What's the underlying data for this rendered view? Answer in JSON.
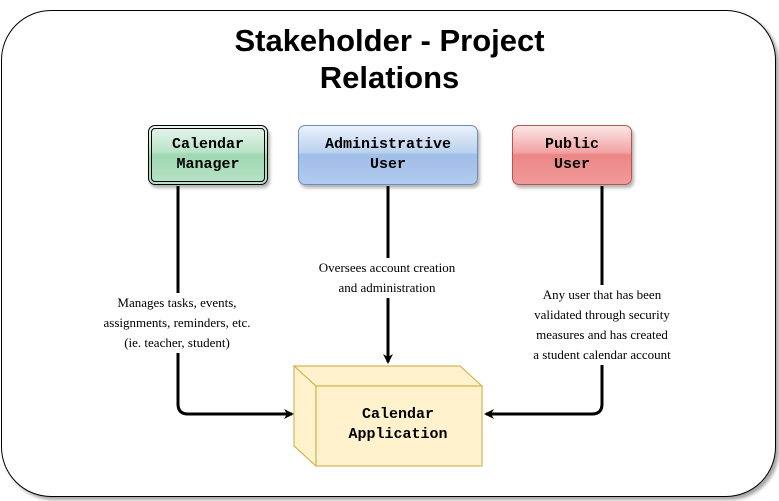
{
  "title": {
    "line1": "Stakeholder - Project",
    "line2": "Relations"
  },
  "nodes": {
    "calendar_manager": {
      "line1": "Calendar",
      "line2": "Manager"
    },
    "administrative_user": {
      "line1": "Administrative",
      "line2": "User"
    },
    "public_user": {
      "line1": "Public",
      "line2": "User"
    },
    "calendar_application": {
      "line1": "Calendar",
      "line2": "Application"
    }
  },
  "edges": {
    "calendar_manager": {
      "line1": "Manages tasks, events,",
      "line2": "assignments, reminders, etc.",
      "line3": "(ie. teacher, student)"
    },
    "administrative_user": {
      "line1": "Oversees account creation",
      "line2": "and administration"
    },
    "public_user": {
      "line1": "Any user that has been",
      "line2": "validated through security",
      "line3": "measures and has created",
      "line4": "a student calendar account"
    }
  },
  "colors": {
    "calendar_manager_fill": "#b9e3c8",
    "administrative_user_fill": "#bcd2ef",
    "public_user_fill": "#f2a4a4",
    "calendar_application_fill": "#fff2cc",
    "calendar_application_stroke": "#d6b656"
  }
}
